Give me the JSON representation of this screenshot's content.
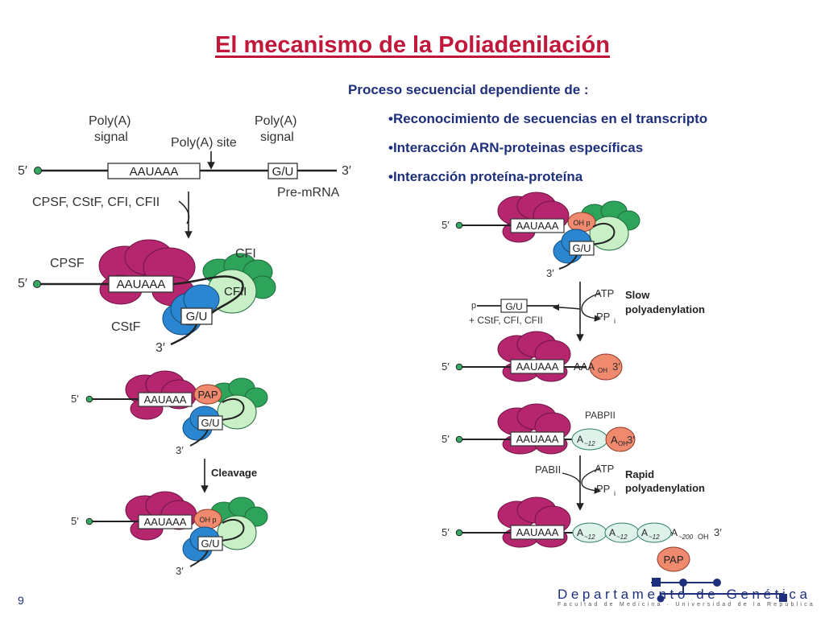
{
  "title": "El mecanismo de la Poliadenilación",
  "intro": "Proceso secuencial dependiente de :",
  "bullets": [
    "•Reconocimiento de secuencias en el transcripto",
    "•Interacción ARN-proteinas específicas",
    "•Interacción proteína-proteína"
  ],
  "labels": {
    "five_prime": "5′",
    "three_prime": "3′",
    "polya_signal_1": "Poly(A)",
    "polya_signal_2": "signal",
    "polya_site": "Poly(A) site",
    "seq_aauaaa": "AAUAAA",
    "seq_gu": "G/U",
    "pre_mrna": "Pre-mRNA",
    "factors": "CPSF, CStF, CFI, CFII",
    "cpsf": "CPSF",
    "cfi": "CFI",
    "cfii": "CFII",
    "cstf": "CStF",
    "pap": "PAP",
    "oh_p": "OH p",
    "cleavage": "Cleavage",
    "atp": "ATP",
    "ppi": "PP",
    "ppi_sub": "i",
    "slow": "Slow",
    "polyadenylation": "polyadenylation",
    "rapid": "Rapid",
    "p": "p",
    "released": "+ CStF, CFI, CFII",
    "aaa": "AAA",
    "oh": "OH",
    "a": "A",
    "sub12": "~12",
    "sub200": "~200",
    "pabpii": "PABPII",
    "pabii": "PABII"
  },
  "slide_number": "9",
  "footer": {
    "department": "Departamento de Genética",
    "faculty": "Facultad de Medicina · Universidad de la República"
  },
  "colors": {
    "title": "#c0173a",
    "text": "#1e2f7c",
    "cpsf": "#b5266e",
    "cstf": "#2a86d1",
    "cfi": "#2ea35a",
    "cfii": "#c9efc6",
    "pap": "#f08a6e",
    "pabp": "#dff2ea",
    "rna_end": "#36a862"
  }
}
